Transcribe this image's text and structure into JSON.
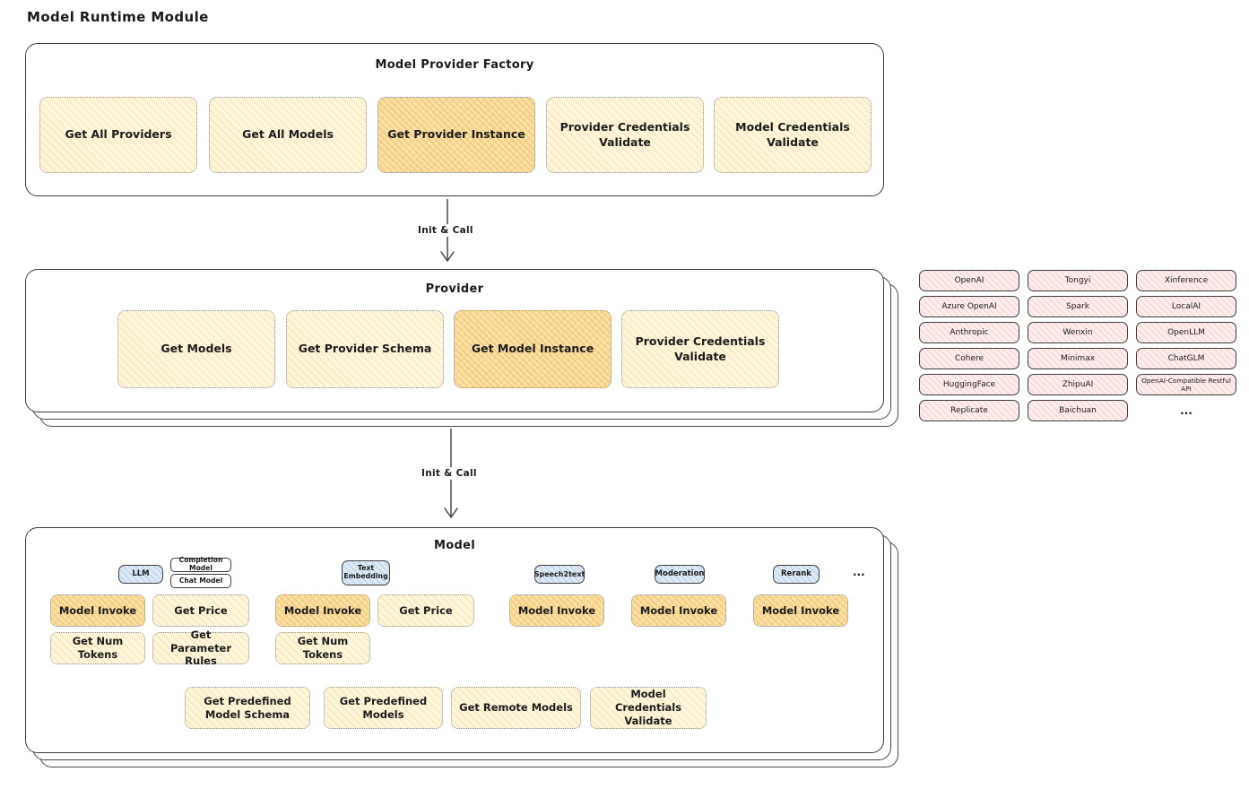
{
  "page": {
    "title": "Model Runtime Module"
  },
  "colors": {
    "button_yellow": "#fdf6dd",
    "button_highlight": "#f9e2aa",
    "provider_chip_pink": "#fdeeee",
    "tab_blue": "#ddeaf5",
    "outline": "#3c3c3c"
  },
  "factory": {
    "title": "Model Provider Factory",
    "buttons": [
      {
        "label": "Get All Providers",
        "highlighted": false
      },
      {
        "label": "Get All Models",
        "highlighted": false
      },
      {
        "label": "Get Provider Instance",
        "highlighted": true
      },
      {
        "label": "Provider Credentials Validate",
        "highlighted": false
      },
      {
        "label": "Model Credentials Validate",
        "highlighted": false
      }
    ]
  },
  "arrow1": {
    "label": "Init & Call"
  },
  "provider": {
    "title": "Provider",
    "buttons": [
      {
        "label": "Get Models",
        "highlighted": false
      },
      {
        "label": "Get Provider Schema",
        "highlighted": false
      },
      {
        "label": "Get Model Instance",
        "highlighted": true
      },
      {
        "label": "Provider Credentials Validate",
        "highlighted": false
      }
    ]
  },
  "provider_list": {
    "columns": [
      [
        "OpenAI",
        "Azure OpenAI",
        "Anthropic",
        "Cohere",
        "HuggingFace",
        "Replicate"
      ],
      [
        "Tongyi",
        "Spark",
        "Wenxin",
        "Minimax",
        "ZhipuAI",
        "Baichuan"
      ],
      [
        "Xinference",
        "LocalAI",
        "OpenLLM",
        "ChatGLM",
        "OpenAI-Compatible Restful API"
      ]
    ],
    "ellipsis": "..."
  },
  "arrow2": {
    "label": "Init & Call"
  },
  "model": {
    "title": "Model",
    "tabs": {
      "llm": "LLM",
      "completion_model": "Completion Model",
      "chat_model": "Chat Model",
      "text_embedding": "Text Embedding",
      "speech2text": "Speech2text",
      "moderation": "Moderation",
      "rerank": "Rerank",
      "ellipsis": "..."
    },
    "llm_group": {
      "invoke": "Model Invoke",
      "get_price": "Get Price",
      "get_num_tokens": "Get Num Tokens",
      "get_parameter_rules": "Get Parameter Rules"
    },
    "embedding_group": {
      "invoke": "Model Invoke",
      "get_price": "Get Price",
      "get_num_tokens": "Get Num Tokens"
    },
    "speech2text_group": {
      "invoke": "Model Invoke"
    },
    "moderation_group": {
      "invoke": "Model Invoke"
    },
    "rerank_group": {
      "invoke": "Model Invoke"
    },
    "bottom_buttons": [
      "Get Predefined Model Schema",
      "Get Predefined Models",
      "Get Remote Models",
      "Model Credentials Validate"
    ]
  }
}
